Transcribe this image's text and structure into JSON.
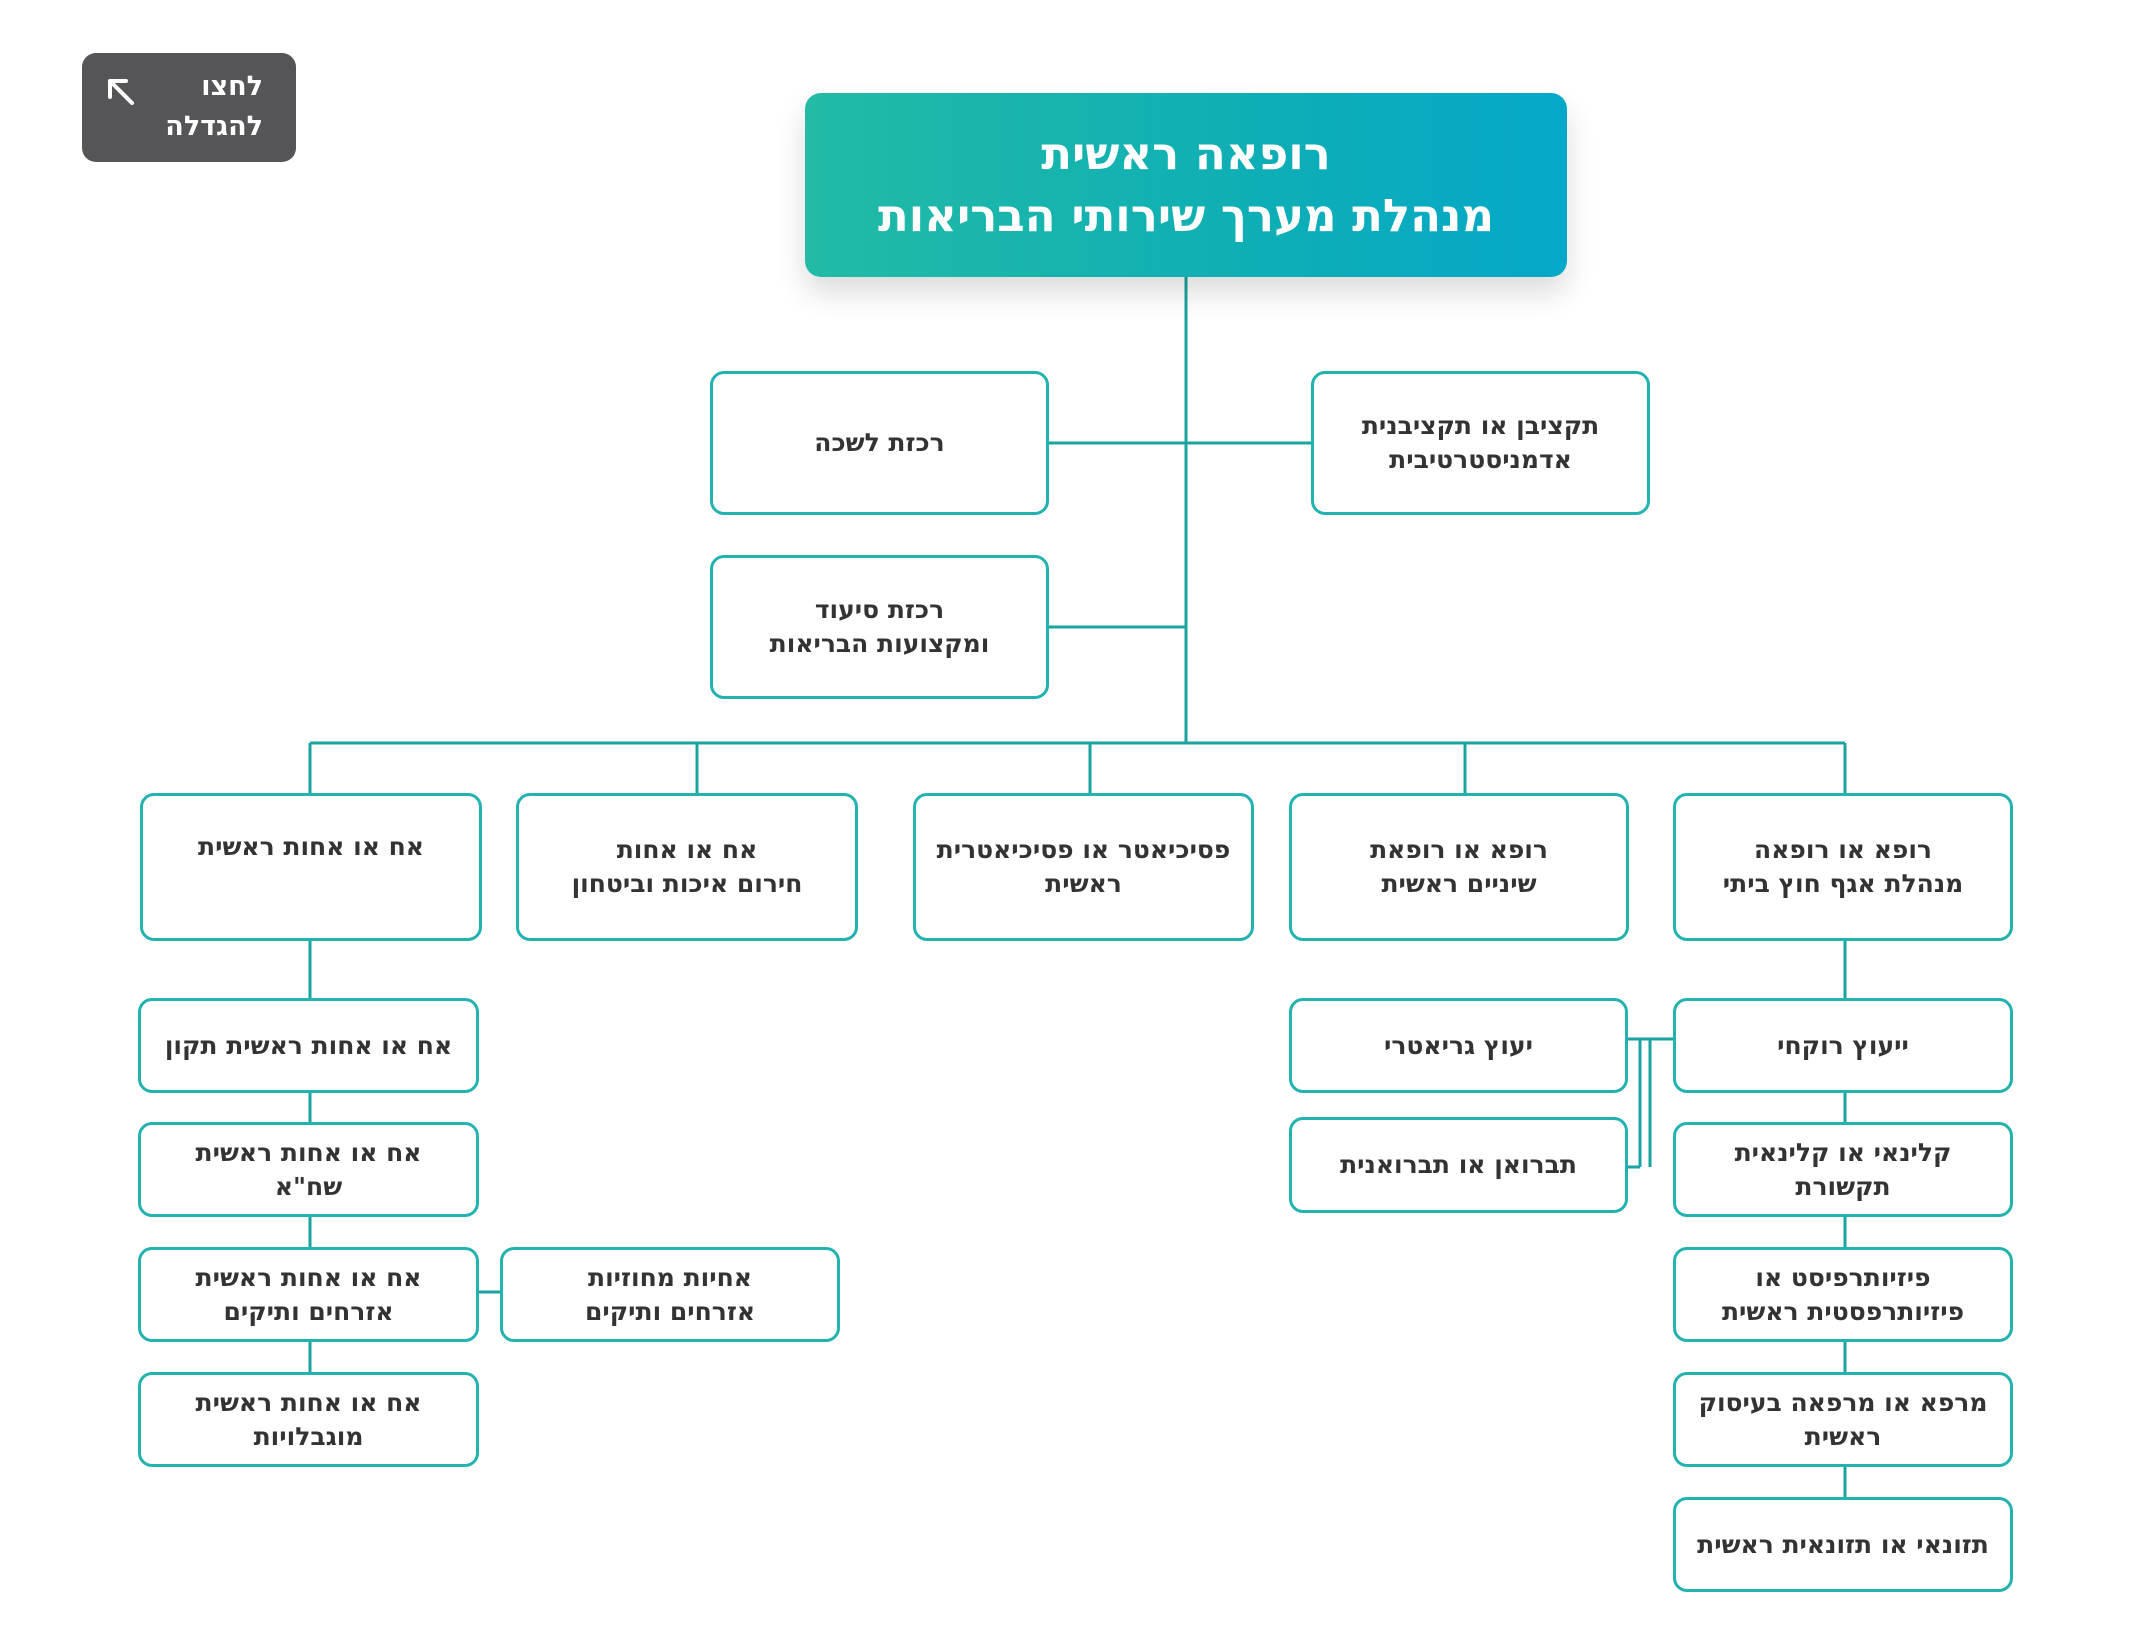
{
  "zoom_button": {
    "lines": [
      "לחצו",
      "להגדלה"
    ]
  },
  "head": {
    "lines": [
      "רופאה ראשית",
      "מנהלת מערך שירותי הבריאות"
    ]
  },
  "staff": {
    "budget": [
      "תקציבן או תקציבנית",
      "אדמניסטרטיבית"
    ],
    "office_coordinator": [
      "רכזת לשכה"
    ],
    "care_coordinator": [
      "רכזת סיעוד",
      "ומקצועות הבריאות"
    ]
  },
  "departments": {
    "outpatient": [
      "רופא או רופאה",
      "מנהלת אגף חוץ ביתי"
    ],
    "dental": [
      "רופא או רופאת",
      "שיניים ראשית"
    ],
    "psychiatry": [
      "פסיכיאטר או פסיכיאטרית",
      "ראשית"
    ],
    "emergency_nurse": [
      "אח או אחות",
      "חירום איכות וביטחון"
    ],
    "chief_nurse": [
      "אח או אחות ראשית"
    ]
  },
  "outpatient_units": {
    "pharmacy": [
      "ייעוץ רוקחי"
    ],
    "geriatric": [
      "יעוץ גריאטרי"
    ],
    "nutrition_consult": [
      "תברואן או תברואנית"
    ],
    "clinical_comm": [
      "קלינאי או קלינאית",
      "תקשורת"
    ],
    "physio": [
      "פיזיותרפיסט או",
      "פיזיותרפסטית ראשית"
    ],
    "occupational": [
      "מרפא או מרפאה בעיסוק",
      "ראשית"
    ],
    "dietitian": [
      "תזונאי או תזונאית ראשית"
    ]
  },
  "nursing_units": {
    "rehab": [
      "אח או אחות ראשית תקון"
    ],
    "shabas": [
      "אח או אחות ראשית",
      "שח\"א"
    ],
    "civilians": [
      "אח או אחות ראשית",
      "אזרחים ותיקים"
    ],
    "contract_nurses": [
      "אחיות מחוזיות",
      "אזרחים ותיקים"
    ],
    "disabilities": [
      "אח או אחות ראשית",
      "מוגבלויות"
    ]
  },
  "colors": {
    "accent": "#22b2b0",
    "line": "#1aa3a0",
    "head_from": "#22bba5",
    "head_to": "#05a8c8"
  },
  "icons": {
    "zoom": "arrow-up-left-icon"
  }
}
